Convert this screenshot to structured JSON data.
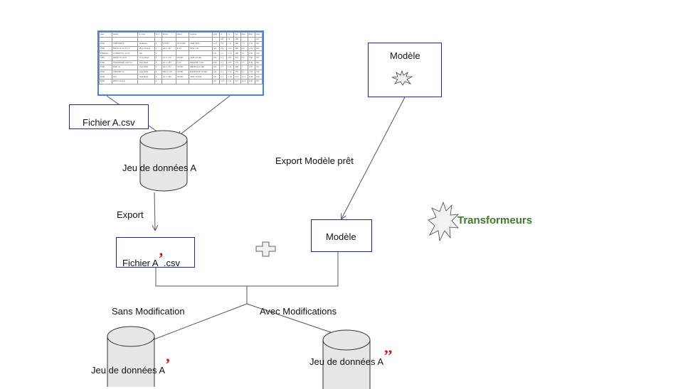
{
  "source_table": {
    "rows": [
      [
        "nasa",
        "model",
        "ft-code",
        "fv-lt",
        "divers",
        "amort",
        "sources",
        "sym",
        "rr",
        "cv",
        "var",
        "max",
        "min",
        "taux"
      ],
      [
        "",
        "",
        "",
        "",
        "",
        "",
        "",
        "",
        "101",
        "75",
        "100",
        "",
        "",
        "101"
      ],
      [
        "FOR",
        "CHEVROLE",
        "1h Diesel",
        "0",
        "6,5/8x1",
        "18 50 000",
        "2266 /50us",
        "4 57",
        "5 8",
        "1 11",
        "299",
        "7 5",
        "2 32",
        "201"
      ],
      [
        "FOR",
        "DOLE 16 11/70 12",
        "38 gr Neutral",
        "0",
        "A4 x 1.97",
        "8 4 6",
        "6250 / shs",
        "101",
        "0 9",
        "1 02",
        "302",
        "6 9",
        "2 24",
        "202"
      ],
      [
        "FERRAL",
        "TURKEY 91 12/74",
        "5hp",
        "0",
        "",
        "",
        "",
        "101",
        "1 2",
        "1 13",
        "209",
        "2 7",
        "0 05",
        "312"
      ],
      [
        "VBS",
        "DOLE 76 12/70",
        "70 5p Diesl",
        "0",
        "A1 x 1.70",
        "18 000",
        "2266 /10 sms",
        "101",
        "0 1",
        "2 01",
        "372",
        "0 2",
        "1 60",
        "357"
      ],
      [
        "FOR",
        "STANDARD 14/0712",
        "15ap Diesl",
        "0",
        "A1 x 1.83",
        "3 6 6",
        "DRANIE 7 htnt",
        "160",
        "0 1",
        "2 03",
        "373",
        "7 5",
        "2 09",
        "391"
      ],
      [
        "FOR",
        "FOR 13",
        "15ap Diesl",
        "0",
        "A2 x 1.72",
        "18 000",
        "DRON 4.11 mm",
        "101",
        "2 7",
        "2 11",
        "249",
        "7",
        "1 07",
        "311"
      ],
      [
        "FOR",
        "CHASSE 31",
        "15ap Diesl",
        "0",
        "B42 x 1.93",
        "18 000",
        "HAMASTE 23 mm",
        "101",
        "0 1",
        "2 12",
        "373",
        "0 1",
        "1 03",
        "313"
      ],
      [
        "FOR",
        "S/D",
        "15ap Diesl",
        "0",
        "A1 x 1.89",
        "18 000",
        "2266 /10 mm",
        "101",
        "2 7",
        "2 16",
        "373",
        "12 3",
        "2 09",
        "356"
      ],
      [
        "FOR",
        "DRSS 1018 A",
        "",
        "0",
        "",
        "",
        "",
        "101",
        "12 3",
        "2 21",
        "372",
        "12 4",
        "2 00",
        "351"
      ]
    ]
  },
  "nodes": {
    "fichier_a": "Fichier A.csv",
    "jeu_a": "Jeu de données A",
    "export": "Export",
    "fichier_a_prime_base": "Fichier A",
    "fichier_a_prime_mark": "’",
    "fichier_a_prime_ext": ".csv",
    "modele_top": "Modèle",
    "export_modele": "Export Modèle prêt",
    "modele_mid": "Modèle",
    "transformeurs": "Transformeurs",
    "sans_modification": "Sans Modification",
    "avec_modifications": "Avec Modifications",
    "jeu_a_prime_base": "Jeu de données A",
    "jeu_a_prime_mark": "’",
    "jeu_a_dprime_base": "Jeu de données A",
    "jeu_a_dprime_mark": "’’"
  },
  "colors": {
    "box_border": "#1a2a9e",
    "table_border": "#4a7ef0",
    "prime_mark": "#d01010",
    "legend_text": "#3d7a2a",
    "cylinder_fill": "#e6e6e6",
    "connector": "#555555"
  },
  "icons": [
    "star-burst-icon",
    "plus-icon",
    "database-cylinder-icon"
  ]
}
